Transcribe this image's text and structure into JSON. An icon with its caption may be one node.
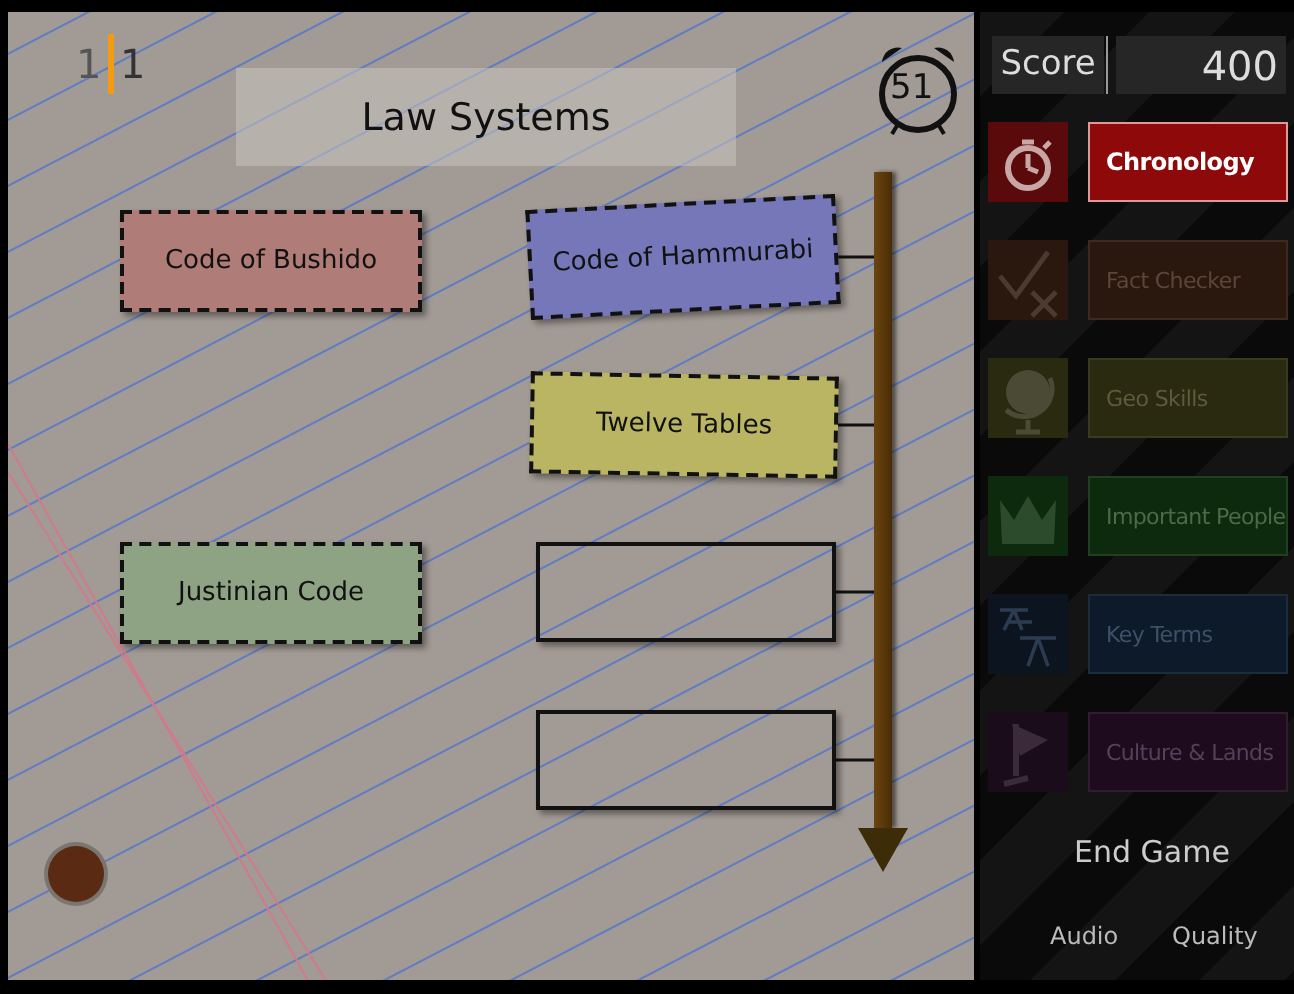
{
  "diagram": {
    "title": "Law Systems",
    "nodes": [
      {
        "text": [
          "Code of Bushido"
        ]
      },
      {
        "text": [
          "Code of Hammurabi"
        ]
      },
      {
        "text": [
          "Twelve Tables"
        ]
      },
      {
        "text": [
          "Justinian Code"
        ]
      },
      {
        "text": [],
        "shape": "box"
      },
      {
        "text": [],
        "shape": "box"
      },
      {
        "text": [],
        "shape": "bar"
      }
    ],
    "edges": [
      {
        "from": 1,
        "to": 6,
        "arrow": "none"
      },
      {
        "from": 2,
        "to": 6,
        "arrow": "none"
      },
      {
        "from": 4,
        "to": 6,
        "arrow": "none"
      },
      {
        "from": 5,
        "to": 6,
        "arrow": "none"
      }
    ],
    "labels": [
      "1",
      "1",
      "51",
      "Score",
      "400",
      "Chronology",
      "Fact Checker",
      "Geo Skills",
      "Important People",
      "Key Terms",
      "Culture & Lands",
      "End Game",
      "Audio",
      "Quality"
    ]
  }
}
